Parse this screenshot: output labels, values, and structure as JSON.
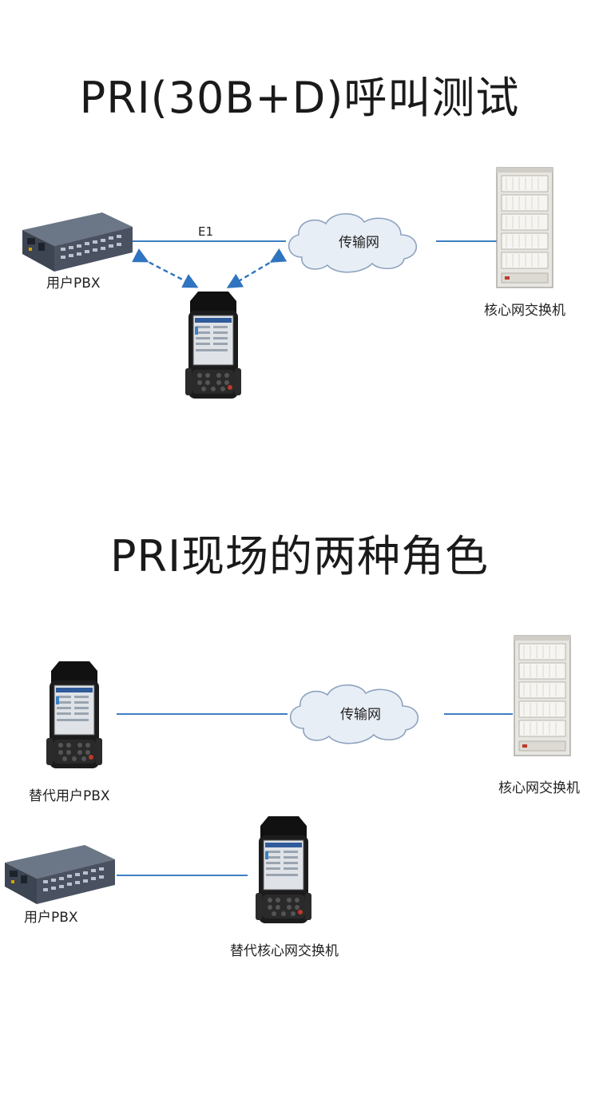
{
  "section1": {
    "title": "PRI(30B+D)呼叫测试",
    "pbx_label": "用户PBX",
    "link_label": "E1",
    "network_label": "传输网",
    "switch_label": "核心网交换机"
  },
  "section2": {
    "title": "PRI现场的两种角色",
    "tester_as_pbx_label": "替代用户PBX",
    "network_label": "传输网",
    "switch_label": "核心网交换机",
    "pbx_label": "用户PBX",
    "tester_as_switch_label": "替代核心网交换机"
  },
  "colors": {
    "link": "#3d7fc1",
    "arrow": "#2f74c0",
    "cloud_fill": "#e8eef6",
    "cloud_stroke": "#8ea3bf",
    "device_body": "#1c1c1c"
  }
}
